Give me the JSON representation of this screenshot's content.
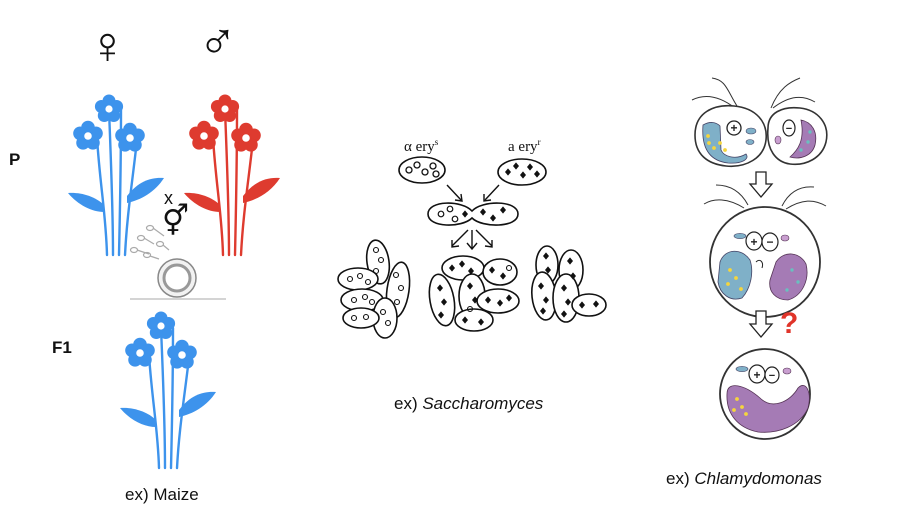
{
  "generations": {
    "parental": "P",
    "filial": "F1"
  },
  "maize": {
    "female_symbol": "♀",
    "male_symbol": "♂",
    "cross_symbol": "x",
    "hermaphrodite_symbol": "⚥",
    "caption_prefix": "ex) ",
    "caption_name": "Maize"
  },
  "yeast": {
    "strain_alpha": "α ery",
    "strain_alpha_sup": "s",
    "strain_a": "a ery",
    "strain_a_sup": "r",
    "caption_prefix": "ex) ",
    "caption_name": "Saccharomyces"
  },
  "chlamy": {
    "plus_sign": "+",
    "minus_sign": "−",
    "question_mark": "?",
    "caption_prefix": "ex) ",
    "caption_name": "Chlamydomonas"
  },
  "colors": {
    "female_flower": "#3d93ec",
    "male_flower": "#de3b2f",
    "question": "#e0342a",
    "chloroplast_blue": "#7fb0c8",
    "chloroplast_purple": "#a57bb5",
    "dot_yellow": "#f5d53d"
  }
}
